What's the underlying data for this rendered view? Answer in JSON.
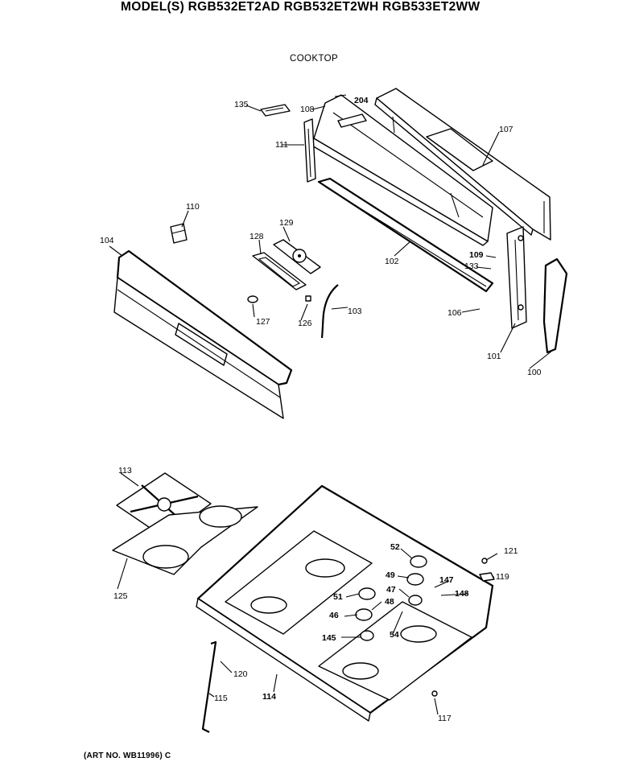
{
  "header": {
    "title": "MODEL(S) RGB532ET2AD  RGB532ET2WH  RGB533ET2WW",
    "subtitle": "COOKTOP"
  },
  "footer": {
    "art_no": "(ART NO. WB11996) C"
  },
  "callouts": [
    "135",
    "108",
    "204",
    "107",
    "111",
    "110",
    "129",
    "128",
    "104",
    "102",
    "109",
    "133",
    "127",
    "126",
    "103",
    "106",
    "101",
    "100",
    "113",
    "125",
    "52",
    "121",
    "49",
    "147",
    "119",
    "51",
    "47",
    "148",
    "48",
    "46",
    "54",
    "145",
    "120",
    "114",
    "115",
    "117"
  ]
}
